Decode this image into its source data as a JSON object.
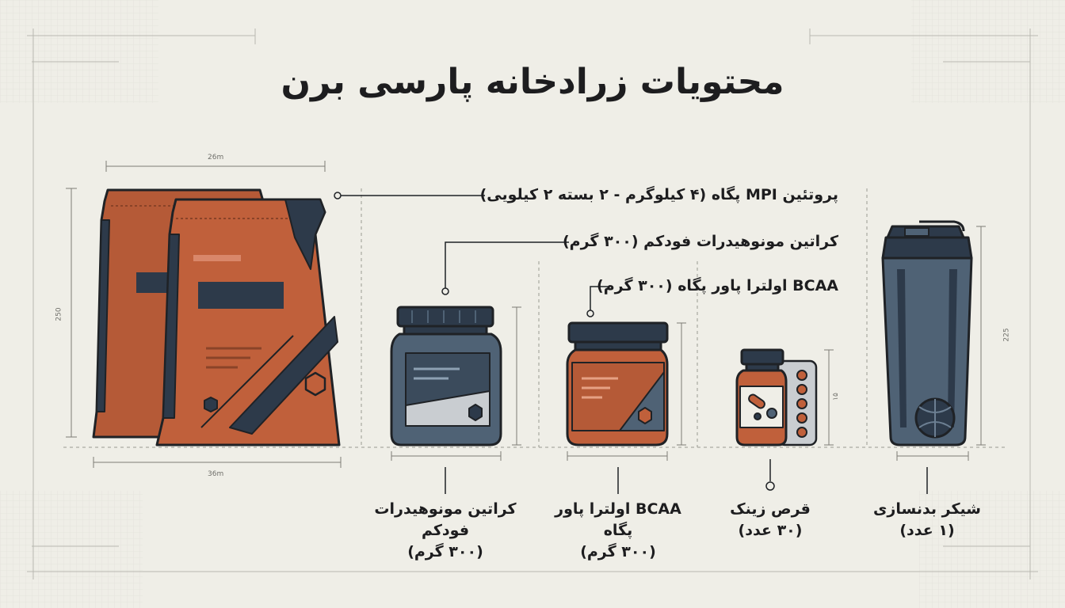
{
  "title": "محتویات زرادخانه پارسی برن",
  "callouts": {
    "protein": "پروتئین MPI پگاه (۴ کیلوگرم - ۲ بسته ۲ کیلویی)",
    "creatine": "کراتین مونوهیدرات فودکم (۳۰۰ گرم)",
    "bcaa": "BCAA اولترا پاور پگاه (۳۰۰ گرم)"
  },
  "captions": {
    "creatine": {
      "line1": "کراتین مونوهیدرات",
      "line2": "فودکم",
      "line3": "(۳۰۰ گرم)"
    },
    "bcaa": {
      "line1": "BCAA اولترا پاور",
      "line2": "پگاه",
      "line3": "(۳۰۰ گرم)"
    },
    "zinc": {
      "line1": "قرص زینک",
      "line2": "(۳۰ عدد)"
    },
    "shaker": {
      "line1": "شیکر بدنسازی",
      "line2": "(۱ عدد)"
    }
  },
  "dimensions": {
    "bag_width_top": "26m",
    "bag_width_bottom": "36m",
    "bag_height": "250",
    "shaker_height": "225",
    "zinc_height": "۱۵"
  },
  "colors": {
    "background": "#efeee7",
    "grid": "#d4d3cb",
    "bag_orange": "#c0603b",
    "navy": "#2d3a4a",
    "slate": "#4f6275",
    "outline": "#1f2226"
  },
  "icons": [
    "hexagon-logo-icon",
    "pill-capsule-icon",
    "blister-pack-icon",
    "shaker-ball-icon"
  ]
}
